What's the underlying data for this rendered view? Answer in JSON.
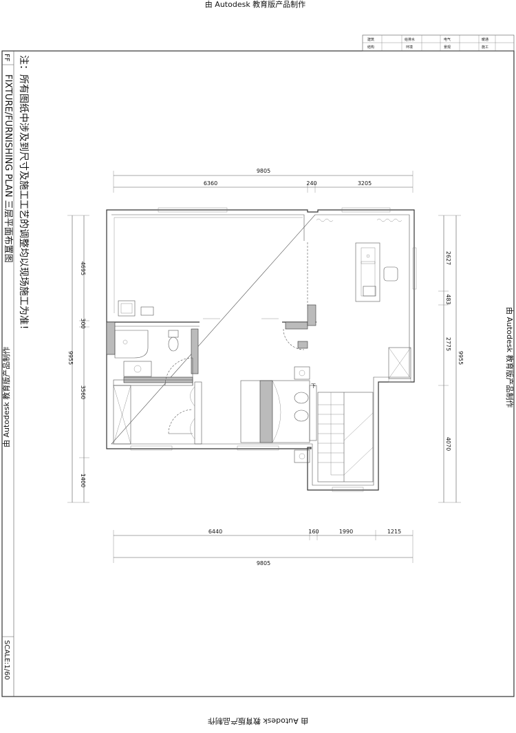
{
  "watermark": {
    "top": "由 Autodesk 教育版产品制作",
    "right": "由 Autodesk 教育版产品制作",
    "bottom": "由 Autodesk 教育版产品制作",
    "left": "由 Autodesk 教育版产品制作"
  },
  "title_block": {
    "row1": [
      "建筑",
      "",
      "给排水",
      "",
      "电气",
      "",
      "暖通",
      ""
    ],
    "row2": [
      "结构",
      "",
      "环境",
      "",
      "景观",
      "",
      "施工",
      ""
    ]
  },
  "side_panel": {
    "code": "FF",
    "note": "注：所有图纸中涉及到尺寸及施工工艺的调整均以现场施工为准！",
    "plan_title": "FIXTURE/FURNISHING PLAN  三层平面布置图",
    "scale": "SCALE:1/60"
  },
  "dimensions": {
    "top_total": "9805",
    "top_segments": [
      "6360",
      "240",
      "3205"
    ],
    "bottom_segments": [
      "6440",
      "160",
      "1990",
      "1215"
    ],
    "bottom_total": "9805",
    "left_segments": [
      "4695",
      "300",
      "3560",
      "1400"
    ],
    "left_total": "9955",
    "right_segments": [
      "2627",
      "483",
      "2775",
      "4070"
    ],
    "right_total": "9955"
  },
  "stair_label": "下"
}
